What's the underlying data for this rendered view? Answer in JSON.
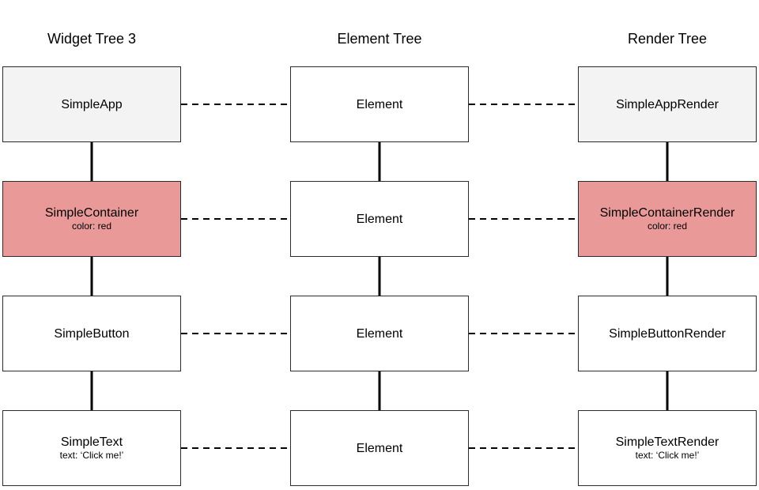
{
  "columns": [
    {
      "title": "Widget Tree 3",
      "nodes": [
        {
          "name": "SimpleApp",
          "prop": ""
        },
        {
          "name": "SimpleContainer",
          "prop": "color: red"
        },
        {
          "name": "SimpleButton",
          "prop": ""
        },
        {
          "name": "SimpleText",
          "prop": "text: ‘Click me!’"
        }
      ]
    },
    {
      "title": "Element Tree",
      "nodes": [
        {
          "name": "Element",
          "prop": ""
        },
        {
          "name": "Element",
          "prop": ""
        },
        {
          "name": "Element",
          "prop": ""
        },
        {
          "name": "Element",
          "prop": ""
        }
      ]
    },
    {
      "title": "Render Tree",
      "nodes": [
        {
          "name": "SimpleAppRender",
          "prop": ""
        },
        {
          "name": "SimpleContainerRender",
          "prop": "color: red"
        },
        {
          "name": "SimpleButtonRender",
          "prop": ""
        },
        {
          "name": "SimpleTextRender",
          "prop": "text: ‘Click me!’"
        }
      ]
    }
  ],
  "colors": {
    "app_fill": "#f3f3f3",
    "container_fill": "#ea9999",
    "default_fill": "#ffffff",
    "line": "#000000"
  }
}
